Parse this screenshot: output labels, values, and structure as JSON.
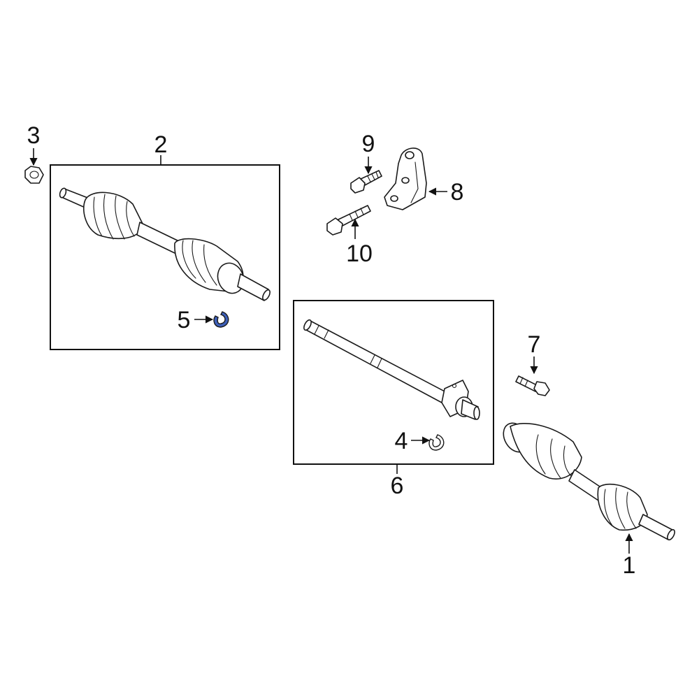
{
  "callouts": {
    "c1": "1",
    "c2": "2",
    "c3": "3",
    "c4": "4",
    "c5": "5",
    "c6": "6",
    "c7": "7",
    "c8": "8",
    "c9": "9",
    "c10": "10"
  },
  "colors": {
    "line": "#1a1a1a",
    "highlight_fill": "#3d5fb8",
    "background": "#ffffff"
  }
}
